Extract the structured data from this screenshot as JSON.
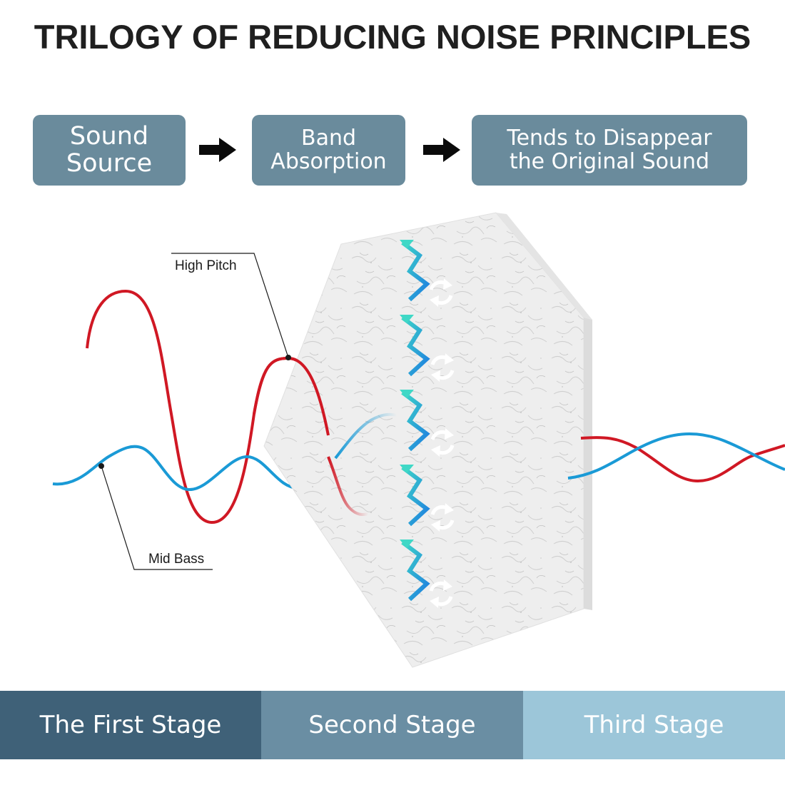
{
  "title": "TRILOGY OF REDUCING NOISE PRINCIPLES",
  "steps": [
    {
      "line1": "Sound",
      "line2": "Source"
    },
    {
      "line1": "Band",
      "line2": "Absorption"
    },
    {
      "line1": "Tends to Disappear",
      "line2": "the Original Sound"
    }
  ],
  "labels": {
    "high_pitch": "High Pitch",
    "mid_bass": "Mid Bass"
  },
  "stages": [
    "The First Stage",
    "Second Stage",
    "Third Stage"
  ],
  "colors": {
    "step_box": "#6a8b9c",
    "high_pitch_wave": "#d01824",
    "mid_bass_wave": "#1a9ad6",
    "stage_1": "#3f6178",
    "stage_2": "#6a8ea3",
    "stage_3": "#9cc6d9",
    "absorb_arrow": "#2ab8d8"
  },
  "icons": [
    "arrow-right-icon",
    "absorb-arrow-icon",
    "refresh-icon"
  ]
}
